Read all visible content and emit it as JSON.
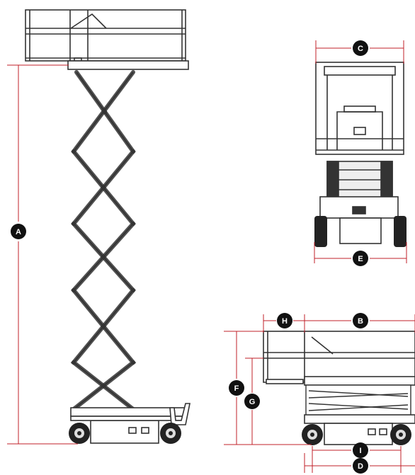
{
  "diagram": {
    "dimension_labels": {
      "a": "A",
      "b": "B",
      "c": "C",
      "d": "D",
      "e": "E",
      "f": "F",
      "g": "G",
      "h": "H",
      "i": "I"
    },
    "colors": {
      "dimension_line": "#c0202a",
      "marker_fill": "#111111",
      "marker_text": "#ffffff",
      "machine_line": "#333333",
      "background": "#ffffff"
    },
    "views": [
      "side-view-raised",
      "front-view",
      "side-view-stowed"
    ]
  }
}
